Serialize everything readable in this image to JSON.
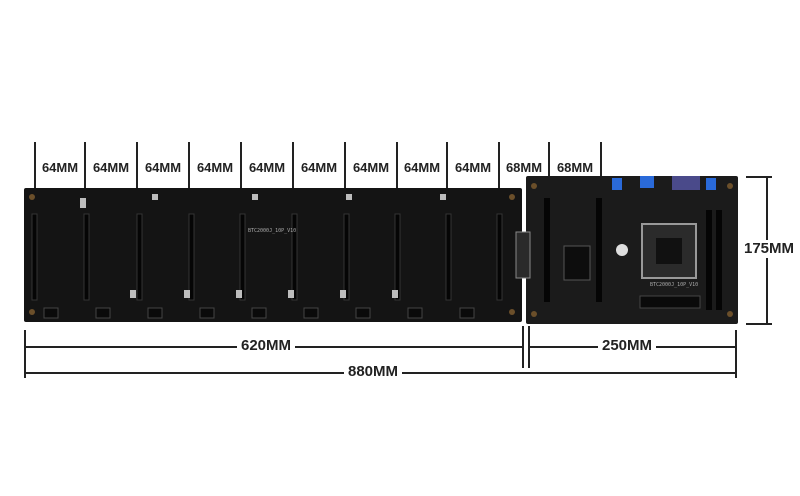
{
  "segments": [
    "64MM",
    "64MM",
    "64MM",
    "64MM",
    "64MM",
    "64MM",
    "64MM",
    "64MM",
    "64MM",
    "68MM",
    "68MM"
  ],
  "dimensions": {
    "left_width": "620MM",
    "right_width": "250MM",
    "total_width": "880MM",
    "height": "175MM"
  },
  "board": {
    "left_silkscreen": "BTC2000J_10P_V10",
    "right_silkscreen": "BTC2000J_10P_V10"
  },
  "colors": {
    "board": "#141414",
    "slot": "#0a0a0a",
    "line": "#222222"
  }
}
